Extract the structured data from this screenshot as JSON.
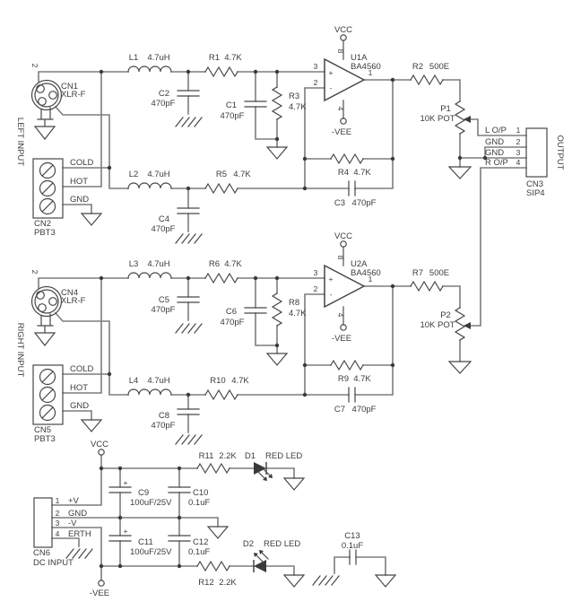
{
  "colors": {
    "background": "#ffffff",
    "wire": "#7d7d7d",
    "symbol": "#474747",
    "text": "#3c3c3c"
  },
  "side_labels": {
    "left": "LEFT INPUT",
    "right": "RIGHT INPUT",
    "output": "OUTPUT"
  },
  "power": {
    "vcc": "VCC",
    "vee": "-VEE"
  },
  "glyphs": {
    "plus": "+",
    "minus": "-"
  },
  "ics": {
    "U1": {
      "ref": "U1A",
      "part": "BA4560"
    },
    "U2": {
      "ref": "U2A",
      "part": "BA4560"
    }
  },
  "opamp_pins": {
    "out": "1",
    "inv": "2",
    "nin": "3",
    "vneg": "4",
    "vpos": "8"
  },
  "parts": {
    "L1": {
      "ref": "L1",
      "val": "4.7uH"
    },
    "L2": {
      "ref": "L2",
      "val": "4.7uH"
    },
    "L3": {
      "ref": "L3",
      "val": "4.7uH"
    },
    "L4": {
      "ref": "L4",
      "val": "4.7uH"
    },
    "R1": {
      "ref": "R1",
      "val": "4.7K"
    },
    "R2": {
      "ref": "R2",
      "val": "500E"
    },
    "R3": {
      "ref": "R3",
      "val": "4.7K"
    },
    "R4": {
      "ref": "R4",
      "val": "4.7K"
    },
    "R5": {
      "ref": "R5",
      "val": "4.7K"
    },
    "R6": {
      "ref": "R6",
      "val": "4.7K"
    },
    "R7": {
      "ref": "R7",
      "val": "500E"
    },
    "R8": {
      "ref": "R8",
      "val": "4.7K"
    },
    "R9": {
      "ref": "R9",
      "val": "4.7K"
    },
    "R10": {
      "ref": "R10",
      "val": "4.7K"
    },
    "R11": {
      "ref": "R11",
      "val": "2.2K"
    },
    "R12": {
      "ref": "R12",
      "val": "2.2K"
    },
    "P1": {
      "ref": "P1",
      "val": "10K POT"
    },
    "P2": {
      "ref": "P2",
      "val": "10K POT"
    },
    "C1": {
      "ref": "C1",
      "val": "470pF"
    },
    "C2": {
      "ref": "C2",
      "val": "470pF"
    },
    "C3": {
      "ref": "C3",
      "val": "470pF"
    },
    "C4": {
      "ref": "C4",
      "val": "470pF"
    },
    "C5": {
      "ref": "C5",
      "val": "470pF"
    },
    "C6": {
      "ref": "C6",
      "val": "470pF"
    },
    "C7": {
      "ref": "C7",
      "val": "470pF"
    },
    "C8": {
      "ref": "C8",
      "val": "470pF"
    },
    "C9": {
      "ref": "C9",
      "val": "100uF/25V"
    },
    "C10": {
      "ref": "C10",
      "val": "0.1uF"
    },
    "C11": {
      "ref": "C11",
      "val": "100uF/25V"
    },
    "C12": {
      "ref": "C12",
      "val": "0.1uF"
    },
    "C13": {
      "ref": "C13",
      "val": "0.1uF"
    },
    "D1": {
      "ref": "D1",
      "val": "RED LED"
    },
    "D2": {
      "ref": "D2",
      "val": "RED LED"
    }
  },
  "connectors": {
    "CN1": {
      "ref": "CN1",
      "type": "XLR-F",
      "pin": "2"
    },
    "CN2": {
      "ref": "CN2",
      "type": "PBT3",
      "pins": {
        "cold": "COLD",
        "hot": "HOT",
        "gnd": "GND"
      }
    },
    "CN3": {
      "ref": "CN3",
      "type": "SIP4",
      "pins": [
        {
          "n": "1",
          "label": "L O/P"
        },
        {
          "n": "2",
          "label": "GND"
        },
        {
          "n": "3",
          "label": "GND"
        },
        {
          "n": "4",
          "label": "R O/P"
        }
      ]
    },
    "CN4": {
      "ref": "CN4",
      "type": "XLR-F",
      "pin": "2"
    },
    "CN5": {
      "ref": "CN5",
      "type": "PBT3",
      "pins": {
        "cold": "COLD",
        "hot": "HOT",
        "gnd": "GND"
      }
    },
    "CN6": {
      "ref": "CN6",
      "type": "DC INPUT",
      "pins": [
        {
          "n": "1",
          "label": "+V"
        },
        {
          "n": "2",
          "label": "GND"
        },
        {
          "n": "3",
          "label": "-V"
        },
        {
          "n": "4",
          "label": "ERTH"
        }
      ]
    }
  }
}
